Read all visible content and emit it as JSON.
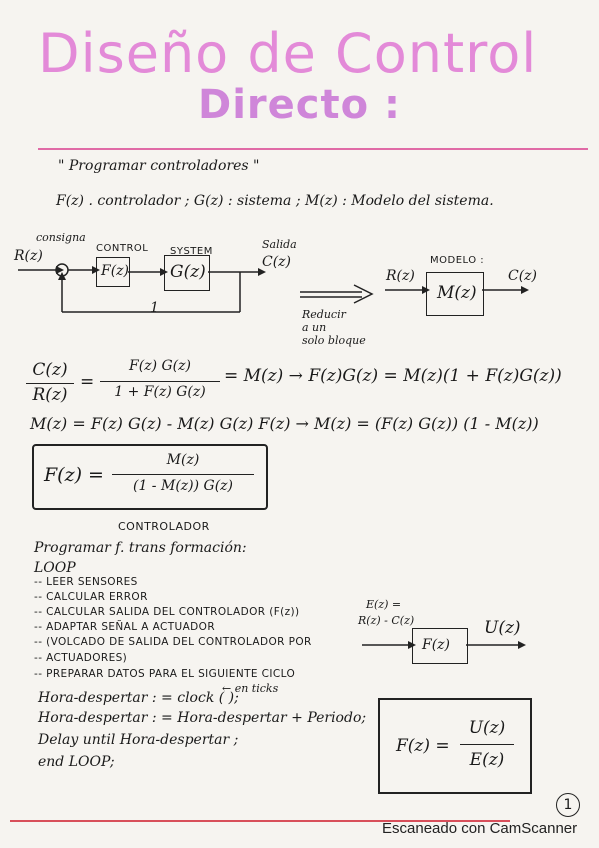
{
  "title": {
    "line1": "Diseño de Control",
    "line2": "Directo :"
  },
  "intro": {
    "quote": "\" Programar controladores \"",
    "defs": "F(z) . controlador  ;  G(z) : sistema  ;  M(z) : Modelo del sistema."
  },
  "diagram": {
    "consigna": "consigna",
    "input": "R(z)",
    "control_label": "CONTROL",
    "system_label": "SYSTEM",
    "salida_label": "Salida",
    "salida_var": "C(z)",
    "f_box": "F(z)",
    "g_box": "G(z)",
    "feedback": "1",
    "reduce_note": [
      "Reducir",
      "a un",
      "solo bloque"
    ],
    "modelo_label": "MODELO :",
    "model_in": "R(z)",
    "model_box": "M(z)",
    "model_out": "C(z)"
  },
  "equations": {
    "lhs_num": "C(z)",
    "lhs_den": "R(z)",
    "rhs_num": "F(z) G(z)",
    "rhs_den": "1 + F(z) G(z)",
    "eq1_rest": "= M(z)  →  F(z)G(z) = M(z)(1 + F(z)G(z))",
    "eq2": "M(z) = F(z) G(z) - M(z) G(z) F(z) → M(z) = (F(z) G(z)) (1 - M(z))",
    "boxed_lhs": "F(z) =",
    "boxed_num": "M(z)",
    "boxed_den": "(1 - M(z)) G(z)",
    "boxed_caption": "CONTROLADOR"
  },
  "program": {
    "heading": "Programar f. trans formación:",
    "loop_start": "LOOP",
    "steps": [
      "-- LEER SENSORES",
      "-- CALCULAR ERROR",
      "-- CALCULAR SALIDA DEL CONTROLADOR (F(z))",
      "-- ADAPTAR SEÑAL A ACTUADOR",
      "-- (VOLCADO DE SALIDA DEL CONTROLADOR POR",
      "-- ACTUADORES)",
      "-- PREPARAR DATOS PARA EL SIGUIENTE CICLO"
    ],
    "code1": "Hora-despertar : = clock ( );",
    "ticks_note": "← en ticks",
    "code2": "Hora-despertar : = Hora-despertar + Periodo;",
    "code3": "Delay until Hora-despertar ;",
    "loop_end": "end LOOP;"
  },
  "side": {
    "ez_label": "E(z) =",
    "ez_def": "R(z) - C(z)",
    "f_box": "F(z)",
    "u_out": "U(z)",
    "boxed_lhs": "F(z) =",
    "boxed_num": "U(z)",
    "boxed_den": "E(z)"
  },
  "page_number": "1",
  "scanner_footer": "Escaneado con CamScanner",
  "colors": {
    "title": "#e38ad8",
    "rule_top": "#e06aa6",
    "rule_bottom": "#d84f5a"
  }
}
